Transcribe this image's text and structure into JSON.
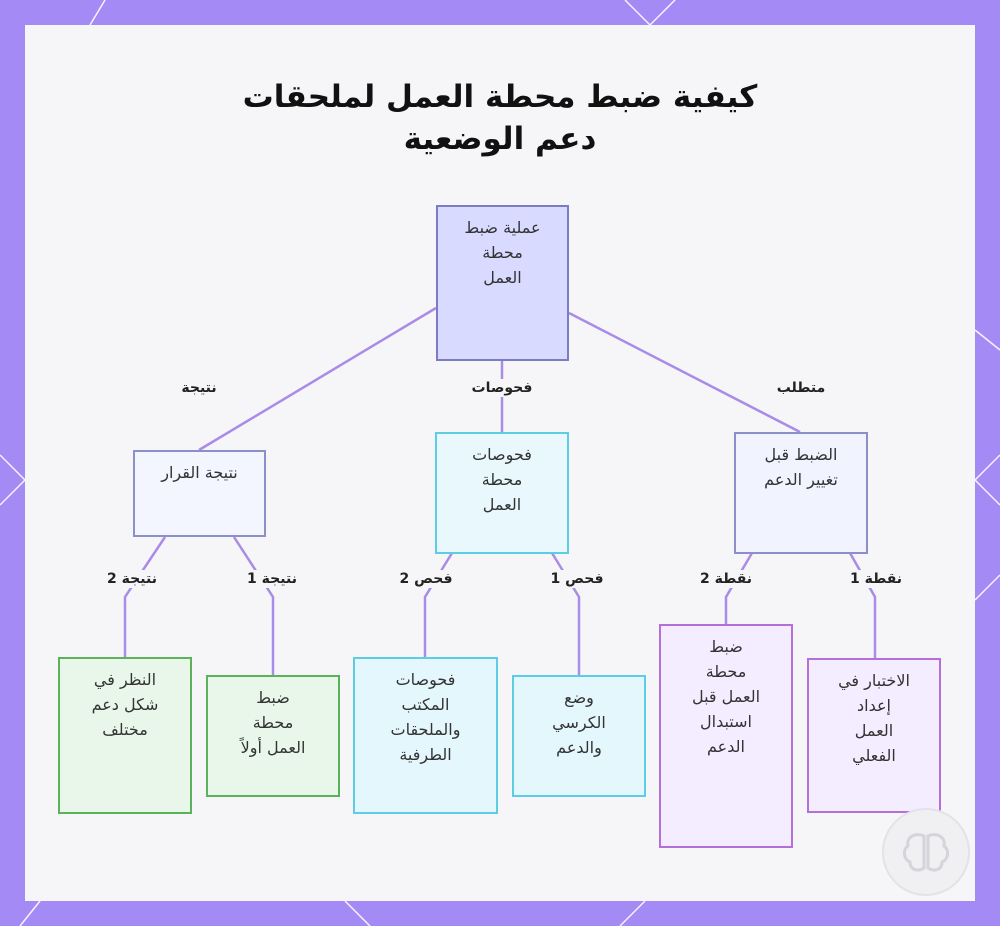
{
  "title": {
    "line1": "كيفية ضبط محطة العمل لملحقات",
    "line2": "دعم الوضعية"
  },
  "nodes": {
    "root": [
      "عملية ضبط",
      "محطة",
      "العمل"
    ],
    "outcome": [
      "نتيجة القرار"
    ],
    "checks": [
      "فحوصات",
      "محطة",
      "العمل"
    ],
    "requirement": [
      "الضبط قبل",
      "تغيير الدعم"
    ],
    "leaf_alt": [
      "النظر في",
      "شكل دعم",
      "مختلف"
    ],
    "leaf_first": [
      "ضبط",
      "محطة",
      "العمل أولاً"
    ],
    "leaf_desk": [
      "فحوصات",
      "المكتب",
      "والملحقات",
      "الطرفية"
    ],
    "leaf_chair": [
      "وضع",
      "الكرسي",
      "والدعم"
    ],
    "leaf_before": [
      "ضبط",
      "محطة",
      "العمل قبل",
      "استبدال",
      "الدعم"
    ],
    "leaf_test": [
      "الاختبار في",
      "إعداد",
      "العمل",
      "الفعلي"
    ]
  },
  "edge_labels": {
    "result": "نتيجة",
    "checks": "فحوصات",
    "requirement": "متطلب",
    "result2": "نتيجة 2",
    "result1": "نتيجة 1",
    "check2": "فحص 2",
    "check1": "فحص 1",
    "point2": "نقطة 2",
    "point1": "نقطة 1"
  },
  "colors": {
    "frame": "#a48af4",
    "edge": "#a98be8"
  },
  "icons": {
    "logo": "brain-logo-icon"
  }
}
